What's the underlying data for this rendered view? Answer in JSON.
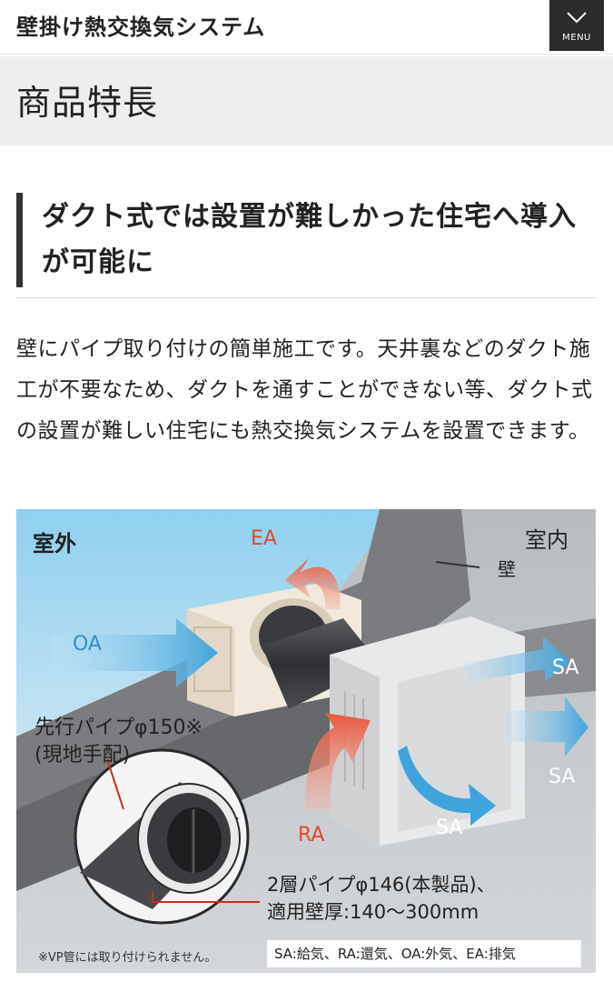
{
  "header": {
    "site_title": "壁掛け熱交換気システム",
    "menu_label": "MENU"
  },
  "page_title": "商品特長",
  "section": {
    "heading": "ダクト式では設置が難しかった住宅へ導入が可能に",
    "body": "壁にパイプ取り付けの簡単施工です。天井裏などのダクト施工が不要なため、ダクトを通すことができない等、ダクト式の設置が難しい住宅にも熱交換気システムを設置できます。"
  },
  "diagram": {
    "outdoor_label": "室外",
    "indoor_label": "室内",
    "wall_label": "壁",
    "ea_label": "EA",
    "oa_label": "OA",
    "ra_label": "RA",
    "sa_label_top": "SA",
    "sa_label_mid": "SA",
    "sa_label_bottom": "SA",
    "pipe_note_line1": "先行パイプφ150※",
    "pipe_note_line2": "(現地手配)",
    "product_note_line1": "2層パイプφ146(本製品)、",
    "product_note_line2": "適用壁厚:140〜300mm",
    "footnote": "※VP管には取り付けられません。",
    "legend": "SA:給気、RA:還気、OA:外気、EA:排気",
    "colors": {
      "outdoor_air": "#4aa9dc",
      "exhaust_air": "#e8573b",
      "wall": "#707274"
    }
  }
}
